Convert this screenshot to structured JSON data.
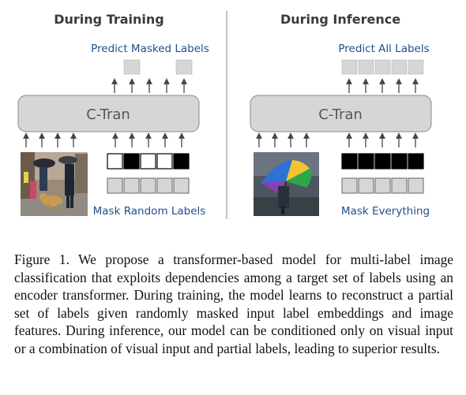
{
  "figure": {
    "left": {
      "heading": "During Training",
      "top_label": "Predict Masked Labels",
      "model_label": "C-Tran",
      "bottom_label": "Mask Random Labels",
      "photo": "people-with-umbrellas-and-dog",
      "label_states": [
        0,
        1,
        0,
        0,
        1
      ]
    },
    "right": {
      "heading": "During Inference",
      "top_label": "Predict All Labels",
      "model_label": "C-Tran",
      "bottom_label": "Mask Everything",
      "photo": "person-with-rainbow-umbrella",
      "label_states": [
        1,
        1,
        1,
        1,
        1
      ]
    },
    "colors": {
      "label_blue": "#1f4e8c",
      "box_gray": "#d6d6d6",
      "mask_black": "#000000"
    }
  },
  "caption": "Figure 1. We propose a transformer-based model for multi-label image classification that exploits dependencies among a target set of labels using an encoder transformer. During training, the model learns to reconstruct a partial set of labels given randomly masked input label embeddings and image features. During inference, our model can be conditioned only on visual input or a combination of visual input and partial labels, leading to superior results."
}
